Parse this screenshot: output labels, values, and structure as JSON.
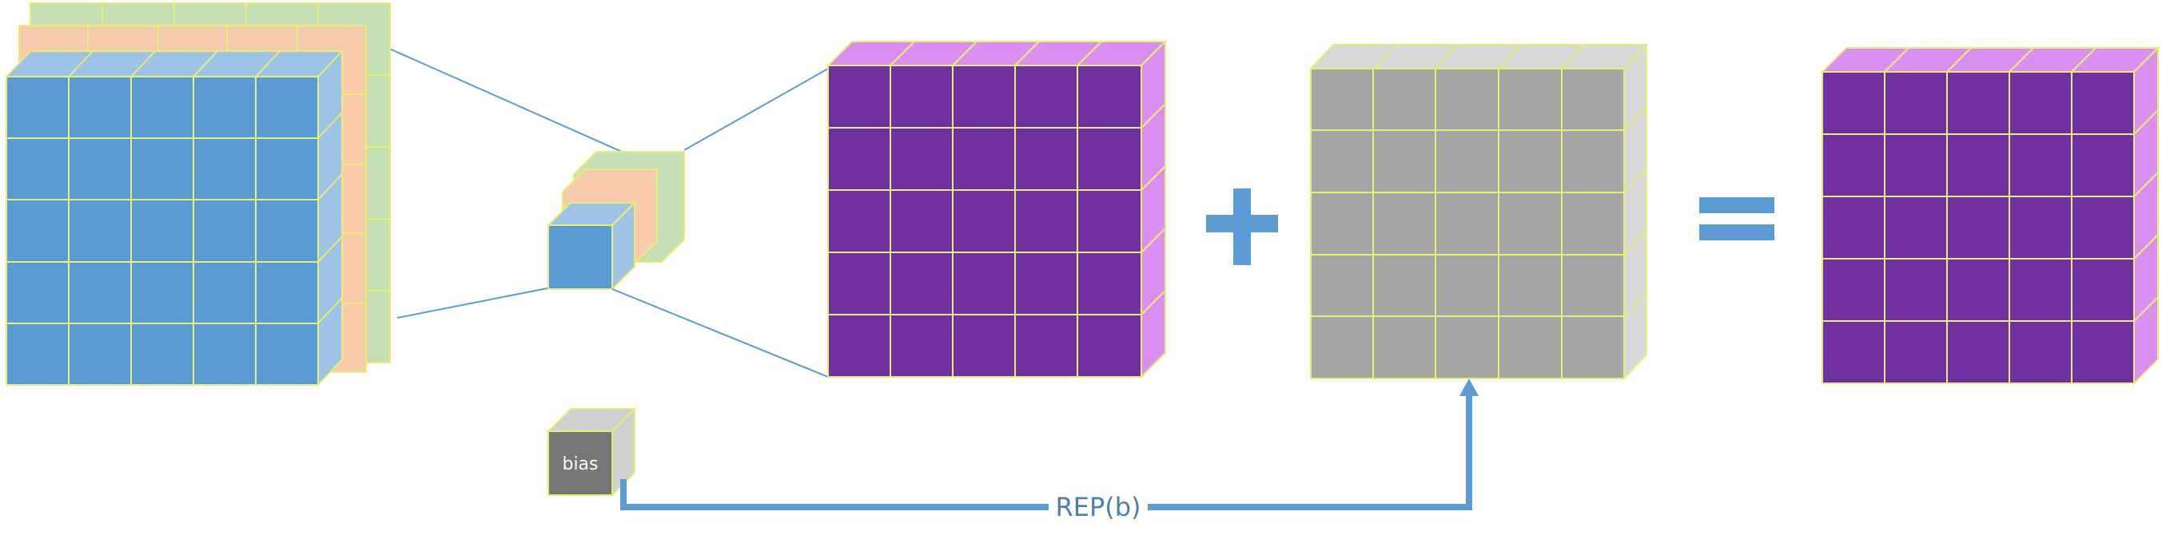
{
  "labels": {
    "bias": "bias",
    "rep": "REP(b)"
  },
  "colors": {
    "input_front": "#5B9BD5",
    "input_top": "#9DC3E6",
    "input_layer2": "#F8CBAD",
    "input_layer3": "#C5E0B4",
    "grid_line": "#E8EE72",
    "output_front": "#7030A0",
    "output_side": "#DA8FF0",
    "bias_map_front": "#A5A5A5",
    "bias_map_side": "#D9D9D9",
    "bias_cube_front": "#767676",
    "bias_cube_side": "#D0D0D0",
    "operator": "#5B9BD5",
    "projection_line": "#5B9BD5",
    "arrow": "#5B9BD5",
    "rep_text": "#4A7FB0",
    "bias_text": "#FFFFFF"
  },
  "grids": {
    "input_cells": 5,
    "conv_output_cells": 5,
    "bias_map_cells": 5,
    "result_cells": 5
  }
}
